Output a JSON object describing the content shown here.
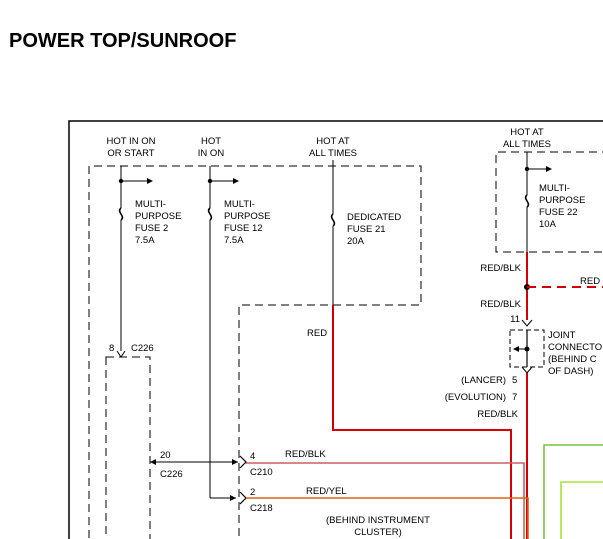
{
  "title": "POWER TOP/SUNROOF",
  "sources": {
    "hot_in_on_or_start": [
      "HOT IN ON",
      "OR START"
    ],
    "hot_in_on": [
      "HOT",
      "IN ON"
    ],
    "hot_at_all_times_1": [
      "HOT AT",
      "ALL TIMES"
    ],
    "hot_at_all_times_2": [
      "HOT AT",
      "ALL TIMES"
    ]
  },
  "fuses": {
    "fuse2": [
      "MULTI-",
      "PURPOSE",
      "FUSE 2",
      "7.5A"
    ],
    "fuse12": [
      "MULTI-",
      "PURPOSE",
      "FUSE 12",
      "7.5A"
    ],
    "fuse21": [
      "DEDICATED",
      "FUSE 21",
      "20A"
    ],
    "fuse22": [
      "MULTI-",
      "PURPOSE",
      "FUSE 22",
      "10A"
    ]
  },
  "connectors": {
    "c226_top_pin": "8",
    "c226_top": "C226",
    "c226_mid_pin": "20",
    "c226_mid": "C226",
    "c210_pin": "4",
    "c210": "C210",
    "c218_pin": "2",
    "c218": "C218",
    "joint_pin": "11",
    "joint_label": [
      "JOINT",
      "CONNECTOR",
      "(BEHIND C",
      "OF DASH)"
    ]
  },
  "wires": {
    "red": "RED",
    "red_blk_1": "RED/BLK",
    "red_blk_2": "RED/BLK",
    "red_blk_3": "RED/BLK",
    "red_blk_4": "RED/BLK",
    "red_yel": "RED/YEL",
    "red_right": "RED"
  },
  "variants": {
    "lancer": "(LANCER)",
    "lancer_pin": "5",
    "evolution": "(EVOLUTION)",
    "evolution_pin": "7"
  },
  "notes": {
    "behind_cluster": [
      "(BEHIND INSTRUMENT",
      "CLUSTER)"
    ]
  },
  "colors": {
    "red_wire": "#d40000",
    "red_blk_wire": "#c86060",
    "red_yel_wire": "#e06010",
    "green_wire_1": "#7ac142",
    "green_wire_2": "#aee03a",
    "frame": "#000000"
  }
}
